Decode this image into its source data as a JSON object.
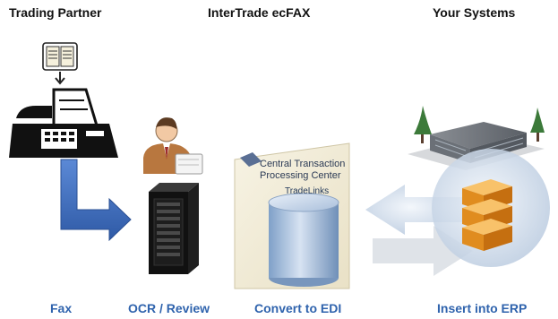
{
  "columns": {
    "trading_partner": "Trading Partner",
    "interTrade": "InterTrade ecFAX",
    "your_systems": "Your Systems"
  },
  "steps": {
    "fax": "Fax",
    "ocr": "OCR / Review",
    "convert": "Convert to EDI",
    "insert": "Insert into ERP"
  },
  "processing_center": {
    "line1": "Central Transaction",
    "line2": "Processing Center",
    "product": "TradeLinks"
  },
  "colors": {
    "heading": "#111111",
    "step_label": "#2f63ad",
    "fax_arrow": "#3f6fc4",
    "gray_arrow": "#d9dde3"
  },
  "icons": {
    "document": "document-download-icon",
    "fax": "fax-machine-icon",
    "operator": "operator-person-icon",
    "server": "server-tower-icon",
    "database": "database-cylinder-icon",
    "building": "office-building-icon",
    "erp_server": "erp-server-stack-icon"
  }
}
